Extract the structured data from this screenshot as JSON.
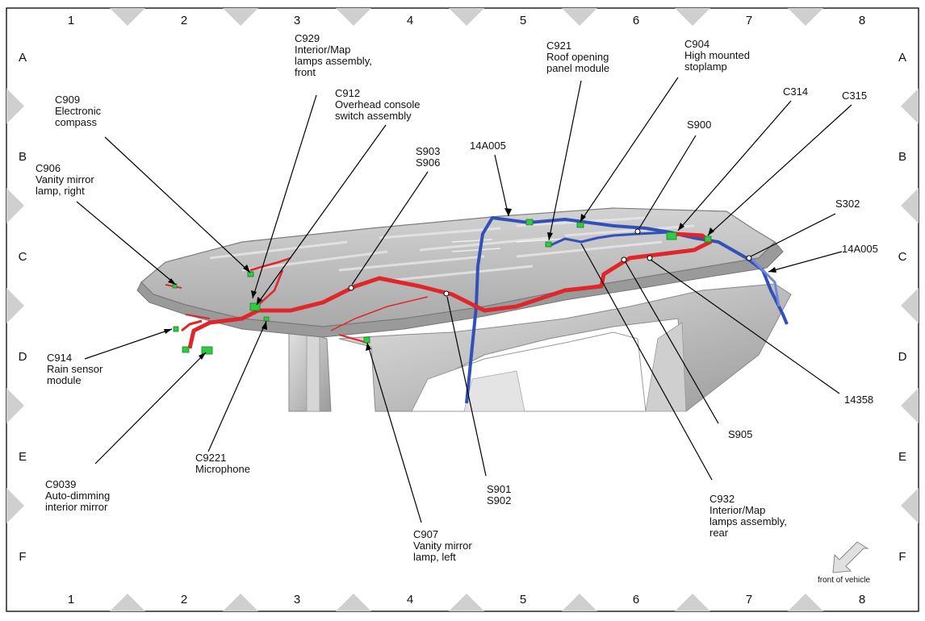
{
  "grid": {
    "columns": [
      "1",
      "2",
      "3",
      "4",
      "5",
      "6",
      "7",
      "8"
    ],
    "rows": [
      "A",
      "B",
      "C",
      "D",
      "E",
      "F"
    ]
  },
  "labels": {
    "c929": [
      "C929",
      "Interior/Map",
      "lamps assembly,",
      "front"
    ],
    "c921": [
      "C921",
      "Roof opening",
      "panel module"
    ],
    "c904": [
      "C904",
      "High mounted",
      "stoplamp"
    ],
    "c314": [
      "C314"
    ],
    "c315": [
      "C315"
    ],
    "c909": [
      "C909",
      "Electronic",
      "compass"
    ],
    "c912": [
      "C912",
      "Overhead console",
      "switch assembly"
    ],
    "s900": [
      "S900"
    ],
    "s903": [
      "S903",
      "S906"
    ],
    "h14a005_top": [
      "14A005"
    ],
    "c906": [
      "C906",
      "Vanity mirror",
      "lamp, right"
    ],
    "s302": [
      "S302"
    ],
    "h14a005_right": [
      "14A005"
    ],
    "c914": [
      "C914",
      "Rain sensor",
      "module"
    ],
    "h14358": [
      "14358"
    ],
    "s905": [
      "S905"
    ],
    "c9039": [
      "C9039",
      "Auto-dimming",
      "interior mirror"
    ],
    "c9221": [
      "C9221",
      "Microphone"
    ],
    "s901": [
      "S901",
      "S902"
    ],
    "c932": [
      "C932",
      "Interior/Map",
      "lamps assembly,",
      "rear"
    ],
    "c907": [
      "C907",
      "Vanity mirror",
      "lamp, left"
    ]
  },
  "front_of_vehicle": "front of vehicle",
  "colors": {
    "main_harness": "#e0262a",
    "roof_harness": "#3350b8",
    "connector": "#2ecc40",
    "body": "#b9b9b9",
    "border_triangle": "#cfcfcf"
  }
}
